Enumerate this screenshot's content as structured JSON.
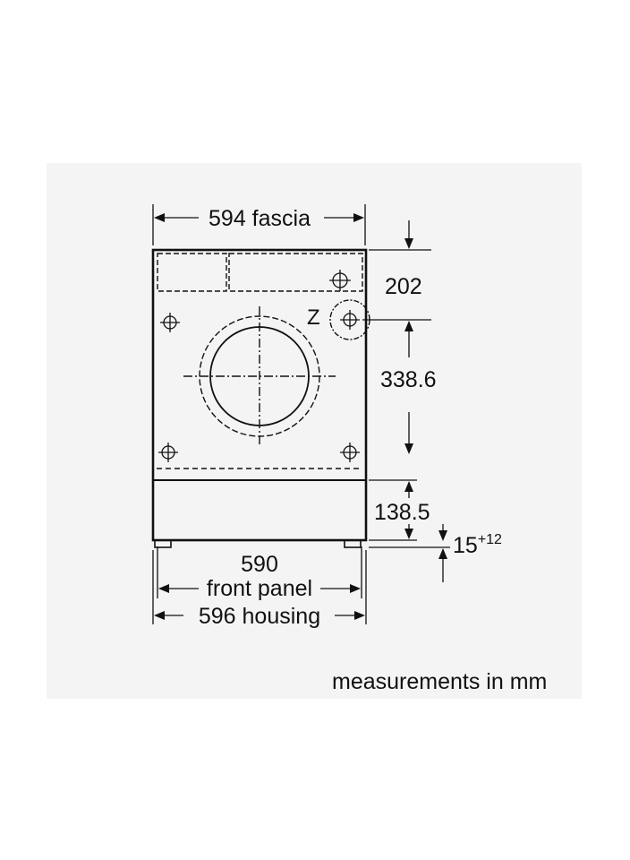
{
  "colors": {
    "line": "#111111",
    "panel": "#f4f4f4",
    "background": "#ffffff"
  },
  "dimensions": {
    "fascia": "594 fascia",
    "top_height": "202",
    "centre_height": "338.6",
    "base_height": "138.5",
    "feet_base": "15",
    "feet_sup": "+12",
    "front_value": "590",
    "front_label": "front panel",
    "housing": "596 housing"
  },
  "labels": {
    "z_marker": "Z",
    "units_note": "measurements in mm"
  }
}
